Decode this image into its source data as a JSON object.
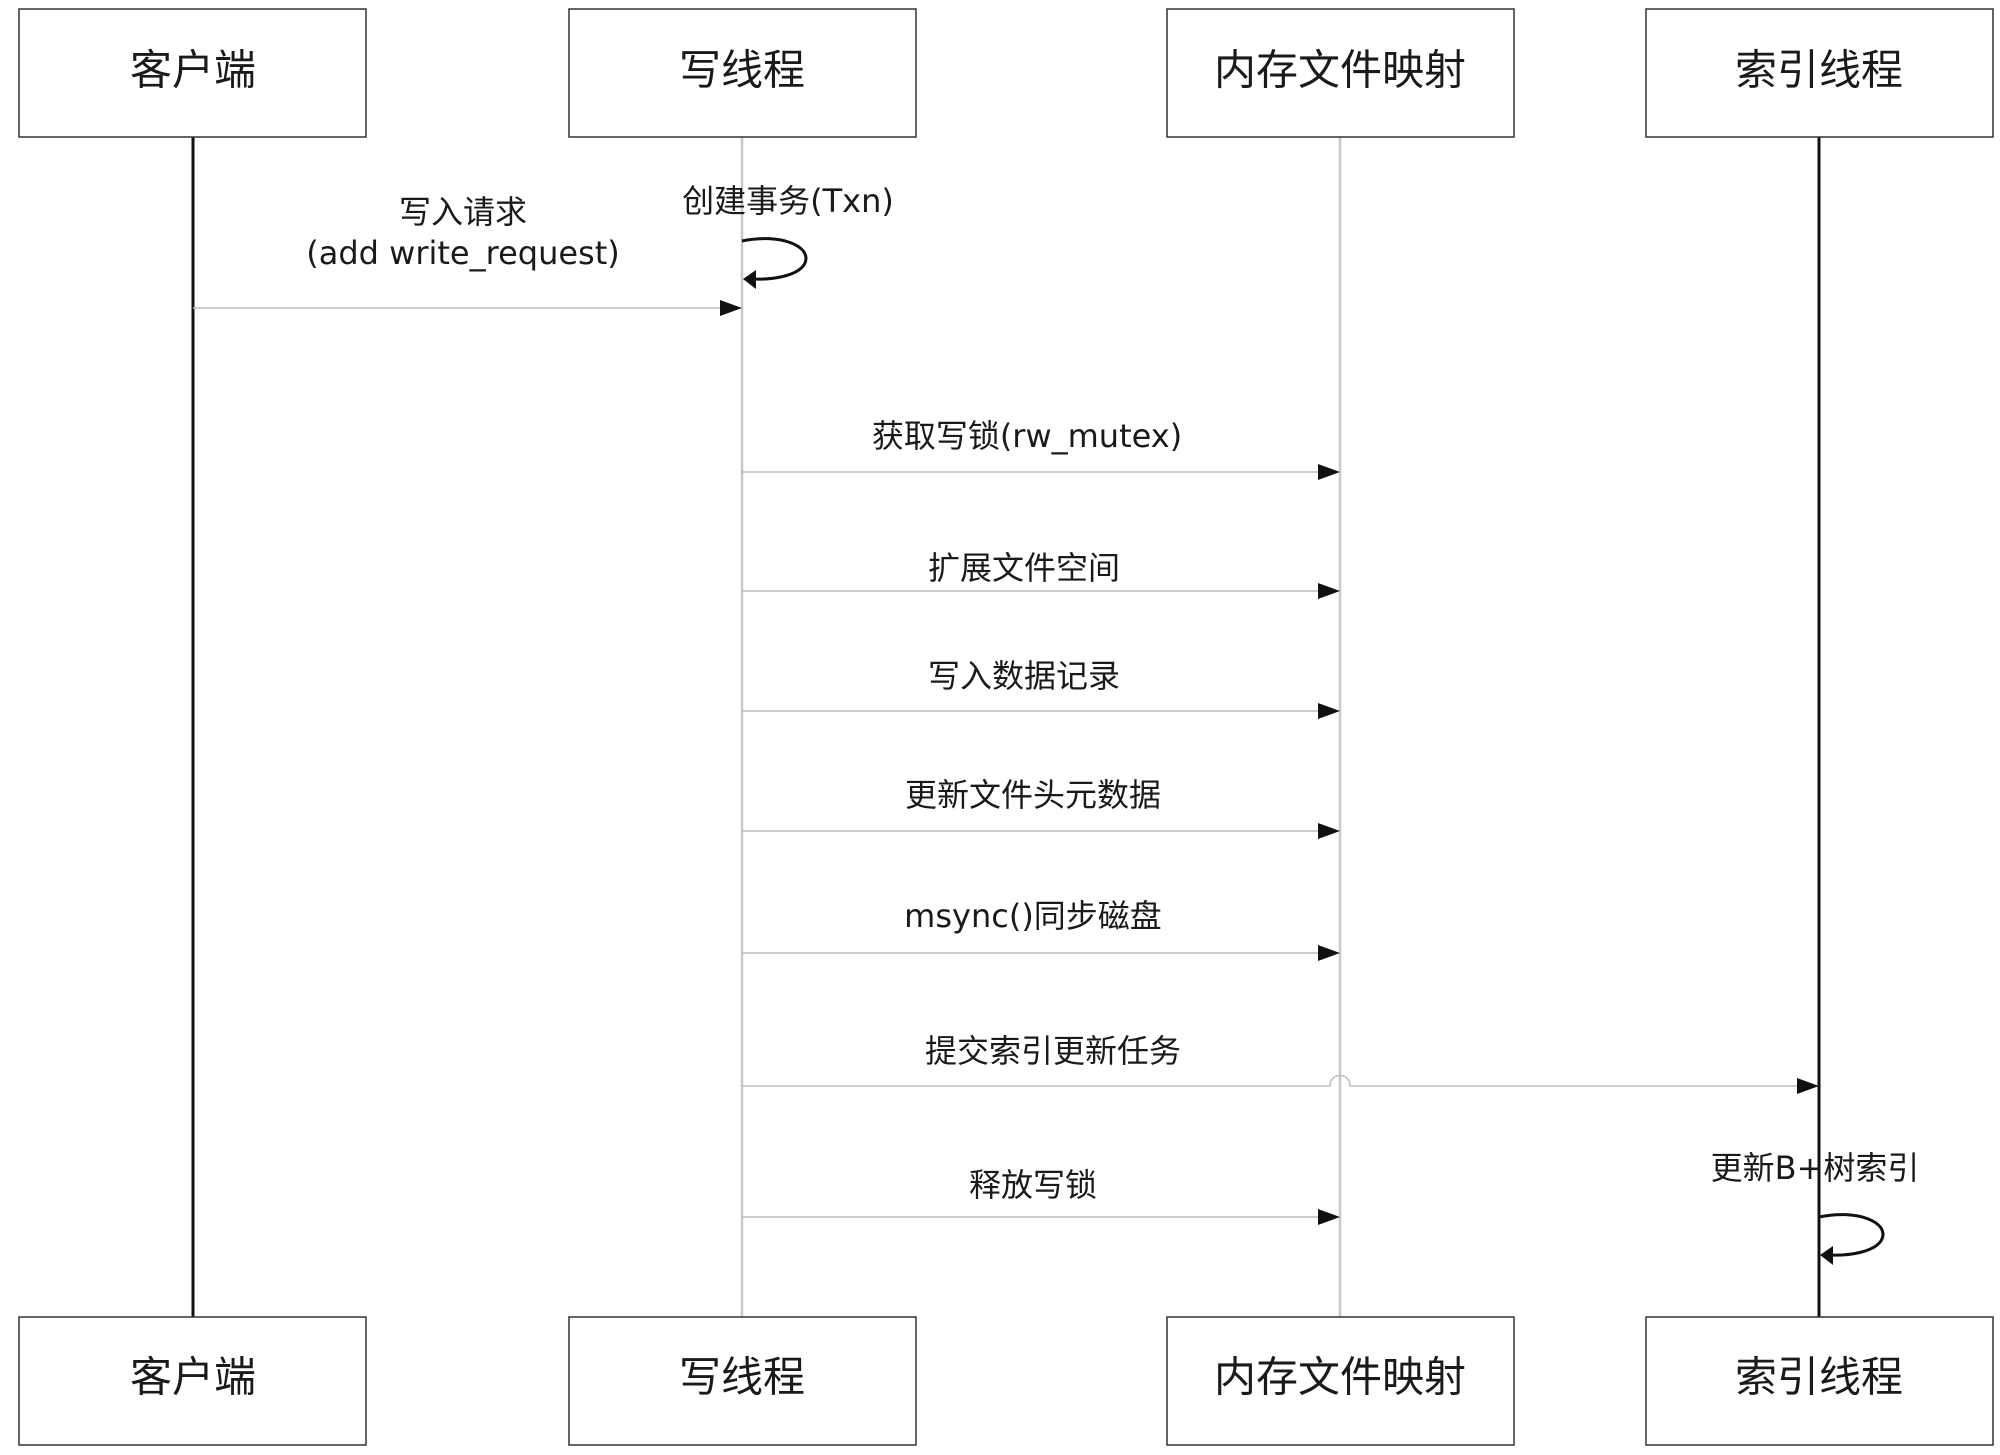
{
  "participants": [
    {
      "id": "client",
      "label": "客户端"
    },
    {
      "id": "writer",
      "label": "写线程"
    },
    {
      "id": "mmap",
      "label": "内存文件映射"
    },
    {
      "id": "indexer",
      "label": "索引线程"
    }
  ],
  "messages": [
    {
      "id": "write-request",
      "from": "client",
      "to": "writer",
      "kind": "call",
      "lines": [
        "写入请求",
        "(add write_request)"
      ]
    },
    {
      "id": "create-txn",
      "from": "writer",
      "to": "writer",
      "kind": "self",
      "lines": [
        "创建事务(Txn)"
      ]
    },
    {
      "id": "acquire-lock",
      "from": "writer",
      "to": "mmap",
      "kind": "call",
      "lines": [
        "获取写锁(rw_mutex)"
      ]
    },
    {
      "id": "extend-file",
      "from": "writer",
      "to": "mmap",
      "kind": "call",
      "lines": [
        "扩展文件空间"
      ]
    },
    {
      "id": "write-record",
      "from": "writer",
      "to": "mmap",
      "kind": "call",
      "lines": [
        "写入数据记录"
      ]
    },
    {
      "id": "update-header",
      "from": "writer",
      "to": "mmap",
      "kind": "call",
      "lines": [
        "更新文件头元数据"
      ]
    },
    {
      "id": "msync",
      "from": "writer",
      "to": "mmap",
      "kind": "call",
      "lines": [
        "msync()同步磁盘"
      ]
    },
    {
      "id": "submit-index-task",
      "from": "writer",
      "to": "indexer",
      "kind": "call",
      "lines": [
        "提交索引更新任务"
      ]
    },
    {
      "id": "update-btree",
      "from": "indexer",
      "to": "indexer",
      "kind": "self",
      "lines": [
        "更新B+树索引"
      ]
    },
    {
      "id": "release-lock",
      "from": "writer",
      "to": "mmap",
      "kind": "call",
      "lines": [
        "释放写锁"
      ]
    }
  ],
  "colors": {
    "box_border": "#333333",
    "lifeline_dark": "#111111",
    "lifeline_light": "#c8c8c8",
    "message_line": "#bdbdbd",
    "arrow": "#111111",
    "text": "#1a1a1a"
  }
}
